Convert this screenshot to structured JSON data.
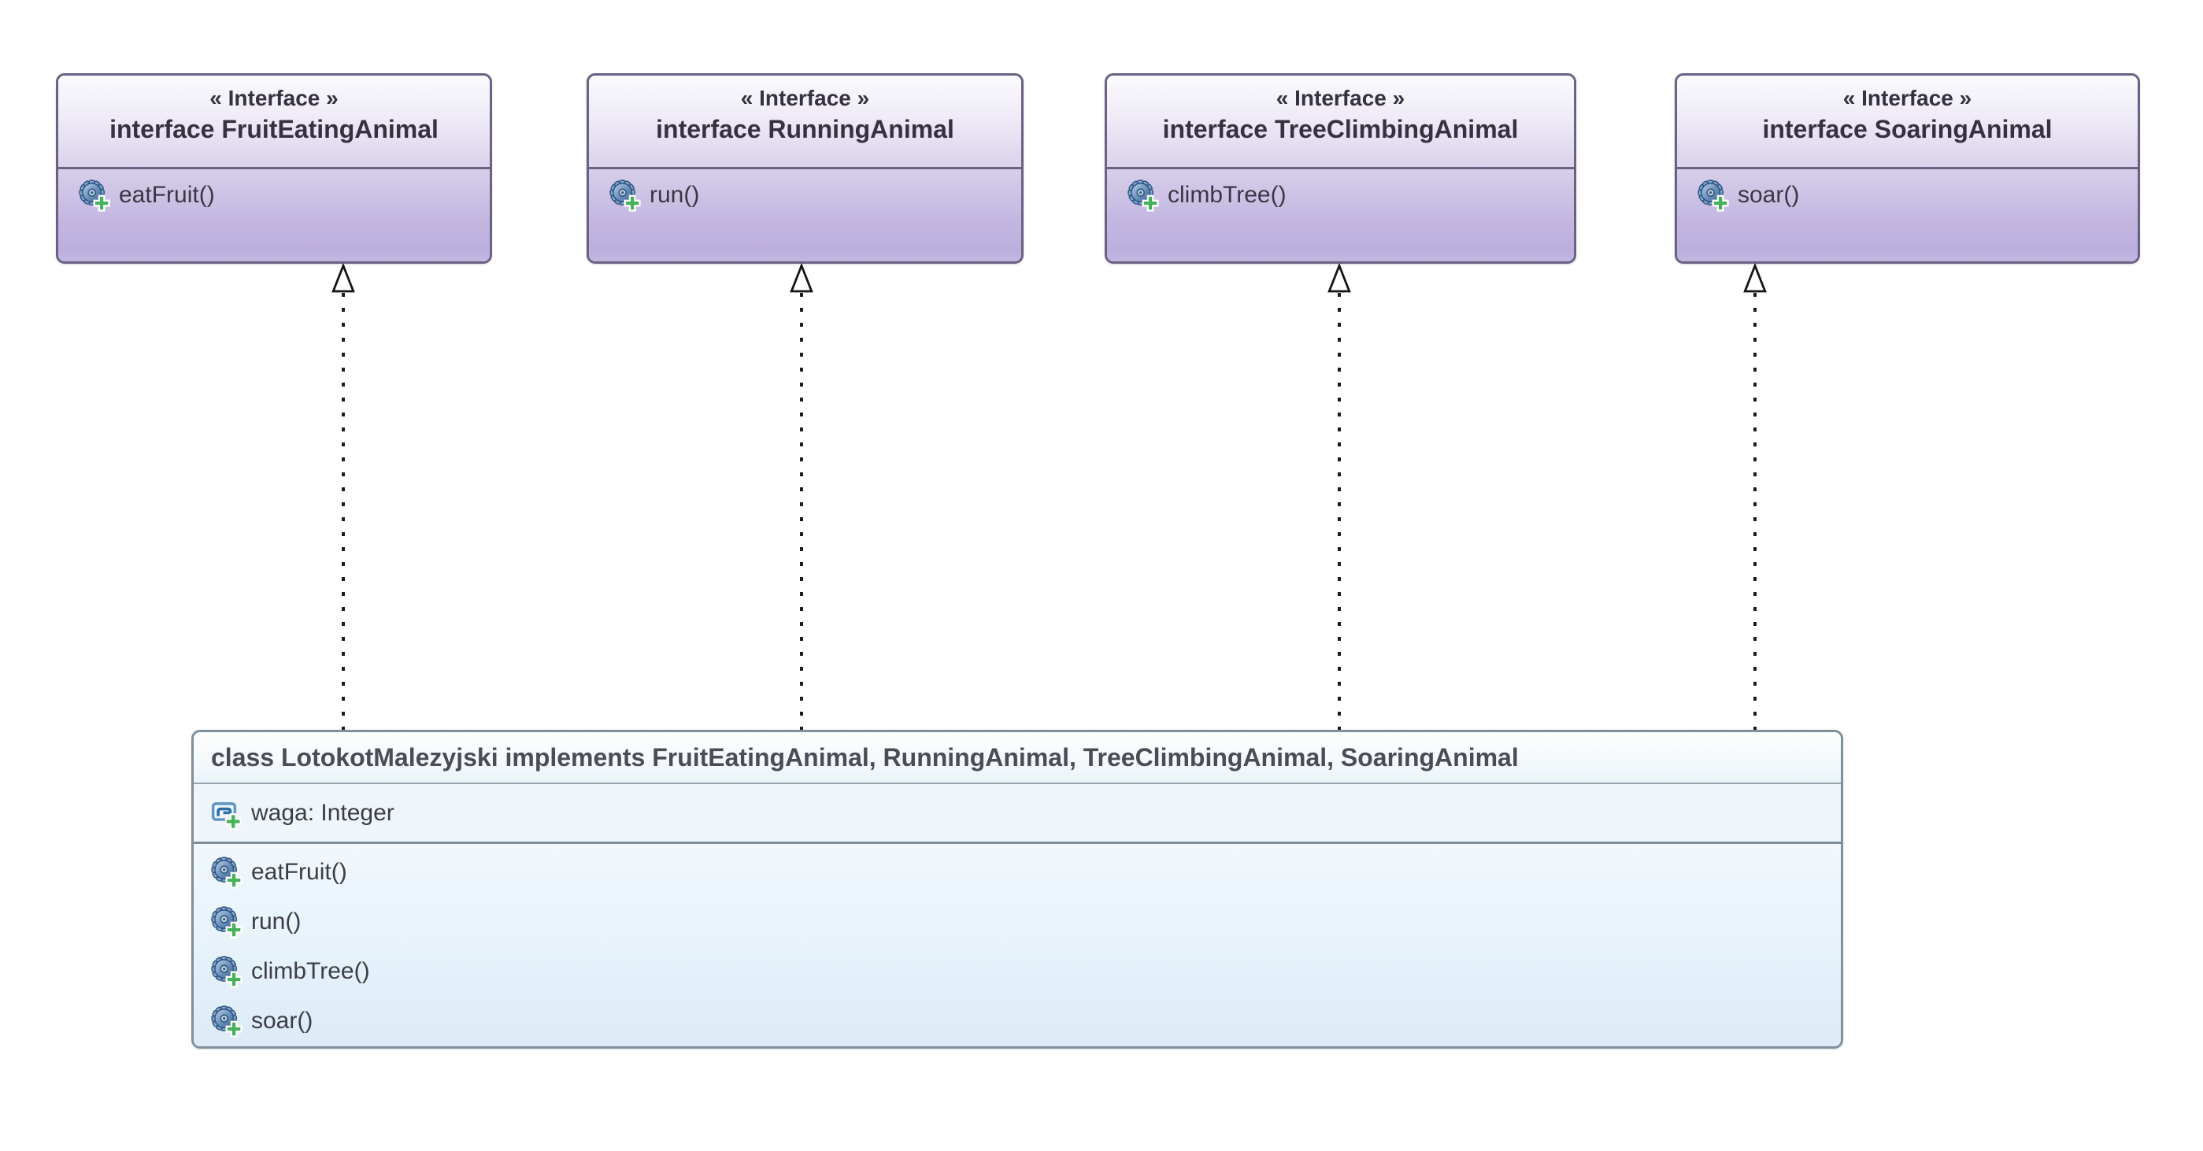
{
  "diagram_type": "uml-class-diagram",
  "interfaces": [
    {
      "stereotype": "« Interface »",
      "name": "interface FruitEatingAnimal",
      "methods": [
        {
          "icon": "method-icon",
          "label": "eatFruit()"
        }
      ]
    },
    {
      "stereotype": "« Interface »",
      "name": "interface RunningAnimal",
      "methods": [
        {
          "icon": "method-icon",
          "label": "run()"
        }
      ]
    },
    {
      "stereotype": "« Interface »",
      "name": "interface TreeClimbingAnimal",
      "methods": [
        {
          "icon": "method-icon",
          "label": "climbTree()"
        }
      ]
    },
    {
      "stereotype": "« Interface »",
      "name": "interface SoaringAnimal",
      "methods": [
        {
          "icon": "method-icon",
          "label": "soar()"
        }
      ]
    }
  ],
  "main_class": {
    "title": "class LotokotMalezyjski implements FruitEatingAnimal, RunningAnimal, TreeClimbingAnimal, SoaringAnimal",
    "attributes": [
      {
        "icon": "field-icon",
        "label": "waga: Integer"
      }
    ],
    "methods": [
      {
        "icon": "method-icon",
        "label": "eatFruit()"
      },
      {
        "icon": "method-icon",
        "label": "run()"
      },
      {
        "icon": "method-icon",
        "label": "climbTree()"
      },
      {
        "icon": "method-icon",
        "label": "soar()"
      }
    ]
  },
  "relationships": [
    {
      "type": "realization",
      "style": "dashed",
      "arrowhead": "hollow-triangle",
      "from": "LotokotMalezyjski",
      "to": "FruitEatingAnimal"
    },
    {
      "type": "realization",
      "style": "dashed",
      "arrowhead": "hollow-triangle",
      "from": "LotokotMalezyjski",
      "to": "RunningAnimal"
    },
    {
      "type": "realization",
      "style": "dashed",
      "arrowhead": "hollow-triangle",
      "from": "LotokotMalezyjski",
      "to": "TreeClimbingAnimal"
    },
    {
      "type": "realization",
      "style": "dashed",
      "arrowhead": "hollow-triangle",
      "from": "LotokotMalezyjski",
      "to": "SoaringAnimal"
    }
  ],
  "colors": {
    "background": "#ffffff",
    "interface_border": "#6a6183",
    "interface_header_top": "#fbfafd",
    "interface_header_bottom": "#dbd3ec",
    "interface_body_top": "#d7cfea",
    "interface_body_bottom": "#bcafdd",
    "class_border": "#80909c",
    "class_header_bg": "#fbfdfe",
    "class_attributes_bg": "#eef6fb",
    "class_methods_top": "#f1f8fd",
    "class_methods_bottom": "#dcebf7",
    "text_interface": "#35313f",
    "text_class_title": "#4a4d55",
    "connector": "#1c1c1c",
    "method_icon_blue": "#46719f",
    "field_icon_blue": "#4c86bd",
    "plus_badge_green": "#2f9e43"
  }
}
